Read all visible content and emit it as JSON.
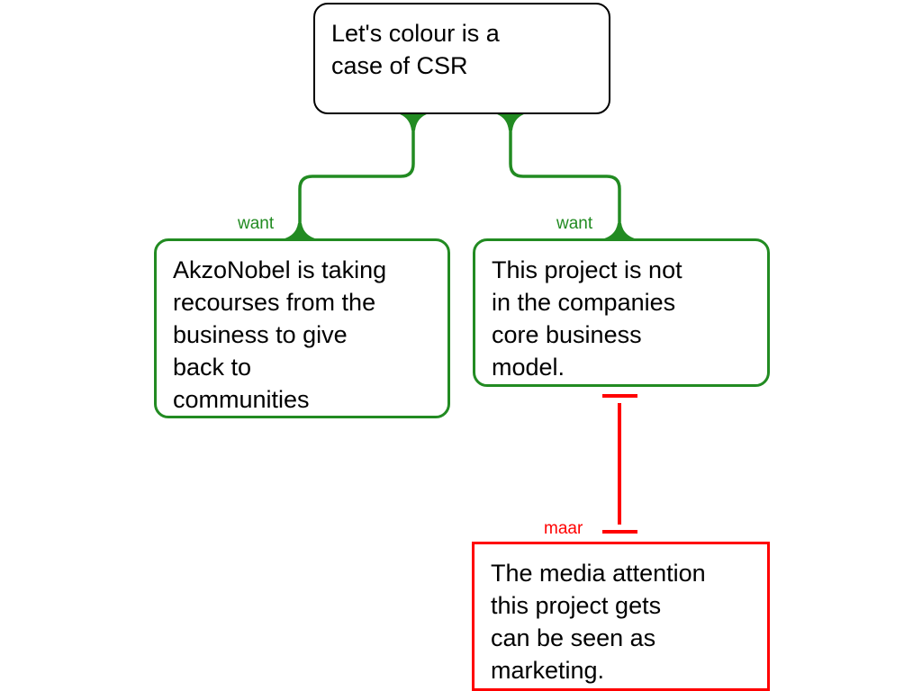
{
  "nodes": {
    "claim": "Let's colour is a\ncase of CSR",
    "reason_1": "AkzoNobel is taking\nrecourses from the\nbusiness to give\nback to\ncommunities",
    "reason_2": "This project is not\nin the companies\ncore business\nmodel.",
    "objection": "The media attention\nthis project gets\ncan be seen as\nmarketing."
  },
  "links": {
    "reason_1_label": "want",
    "reason_2_label": "want",
    "objection_label": "maar"
  },
  "colors": {
    "support": "#228b22",
    "objection": "#ff0000",
    "claim_border": "#000000"
  }
}
